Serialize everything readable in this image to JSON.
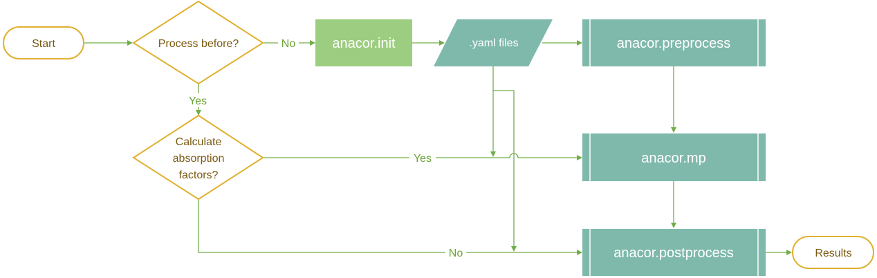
{
  "nodes": {
    "start": "Start",
    "process_before": "Process before?",
    "init": "anacor.init",
    "yaml": ".yaml files",
    "preprocess": "anacor.preprocess",
    "calc_line1": "Calculate",
    "calc_line2": "absorption",
    "calc_line3": "factors?",
    "mp": "anacor.mp",
    "postprocess": "anacor.postprocess",
    "results": "Results"
  },
  "edges": {
    "process_no": "No",
    "process_yes": "Yes",
    "calc_yes": "Yes",
    "calc_no": "No"
  },
  "colors": {
    "terminal_border": "#e0b030",
    "init_fill": "#9dcd80",
    "process_fill": "#7fb9ab",
    "connector": "#70ad47"
  }
}
